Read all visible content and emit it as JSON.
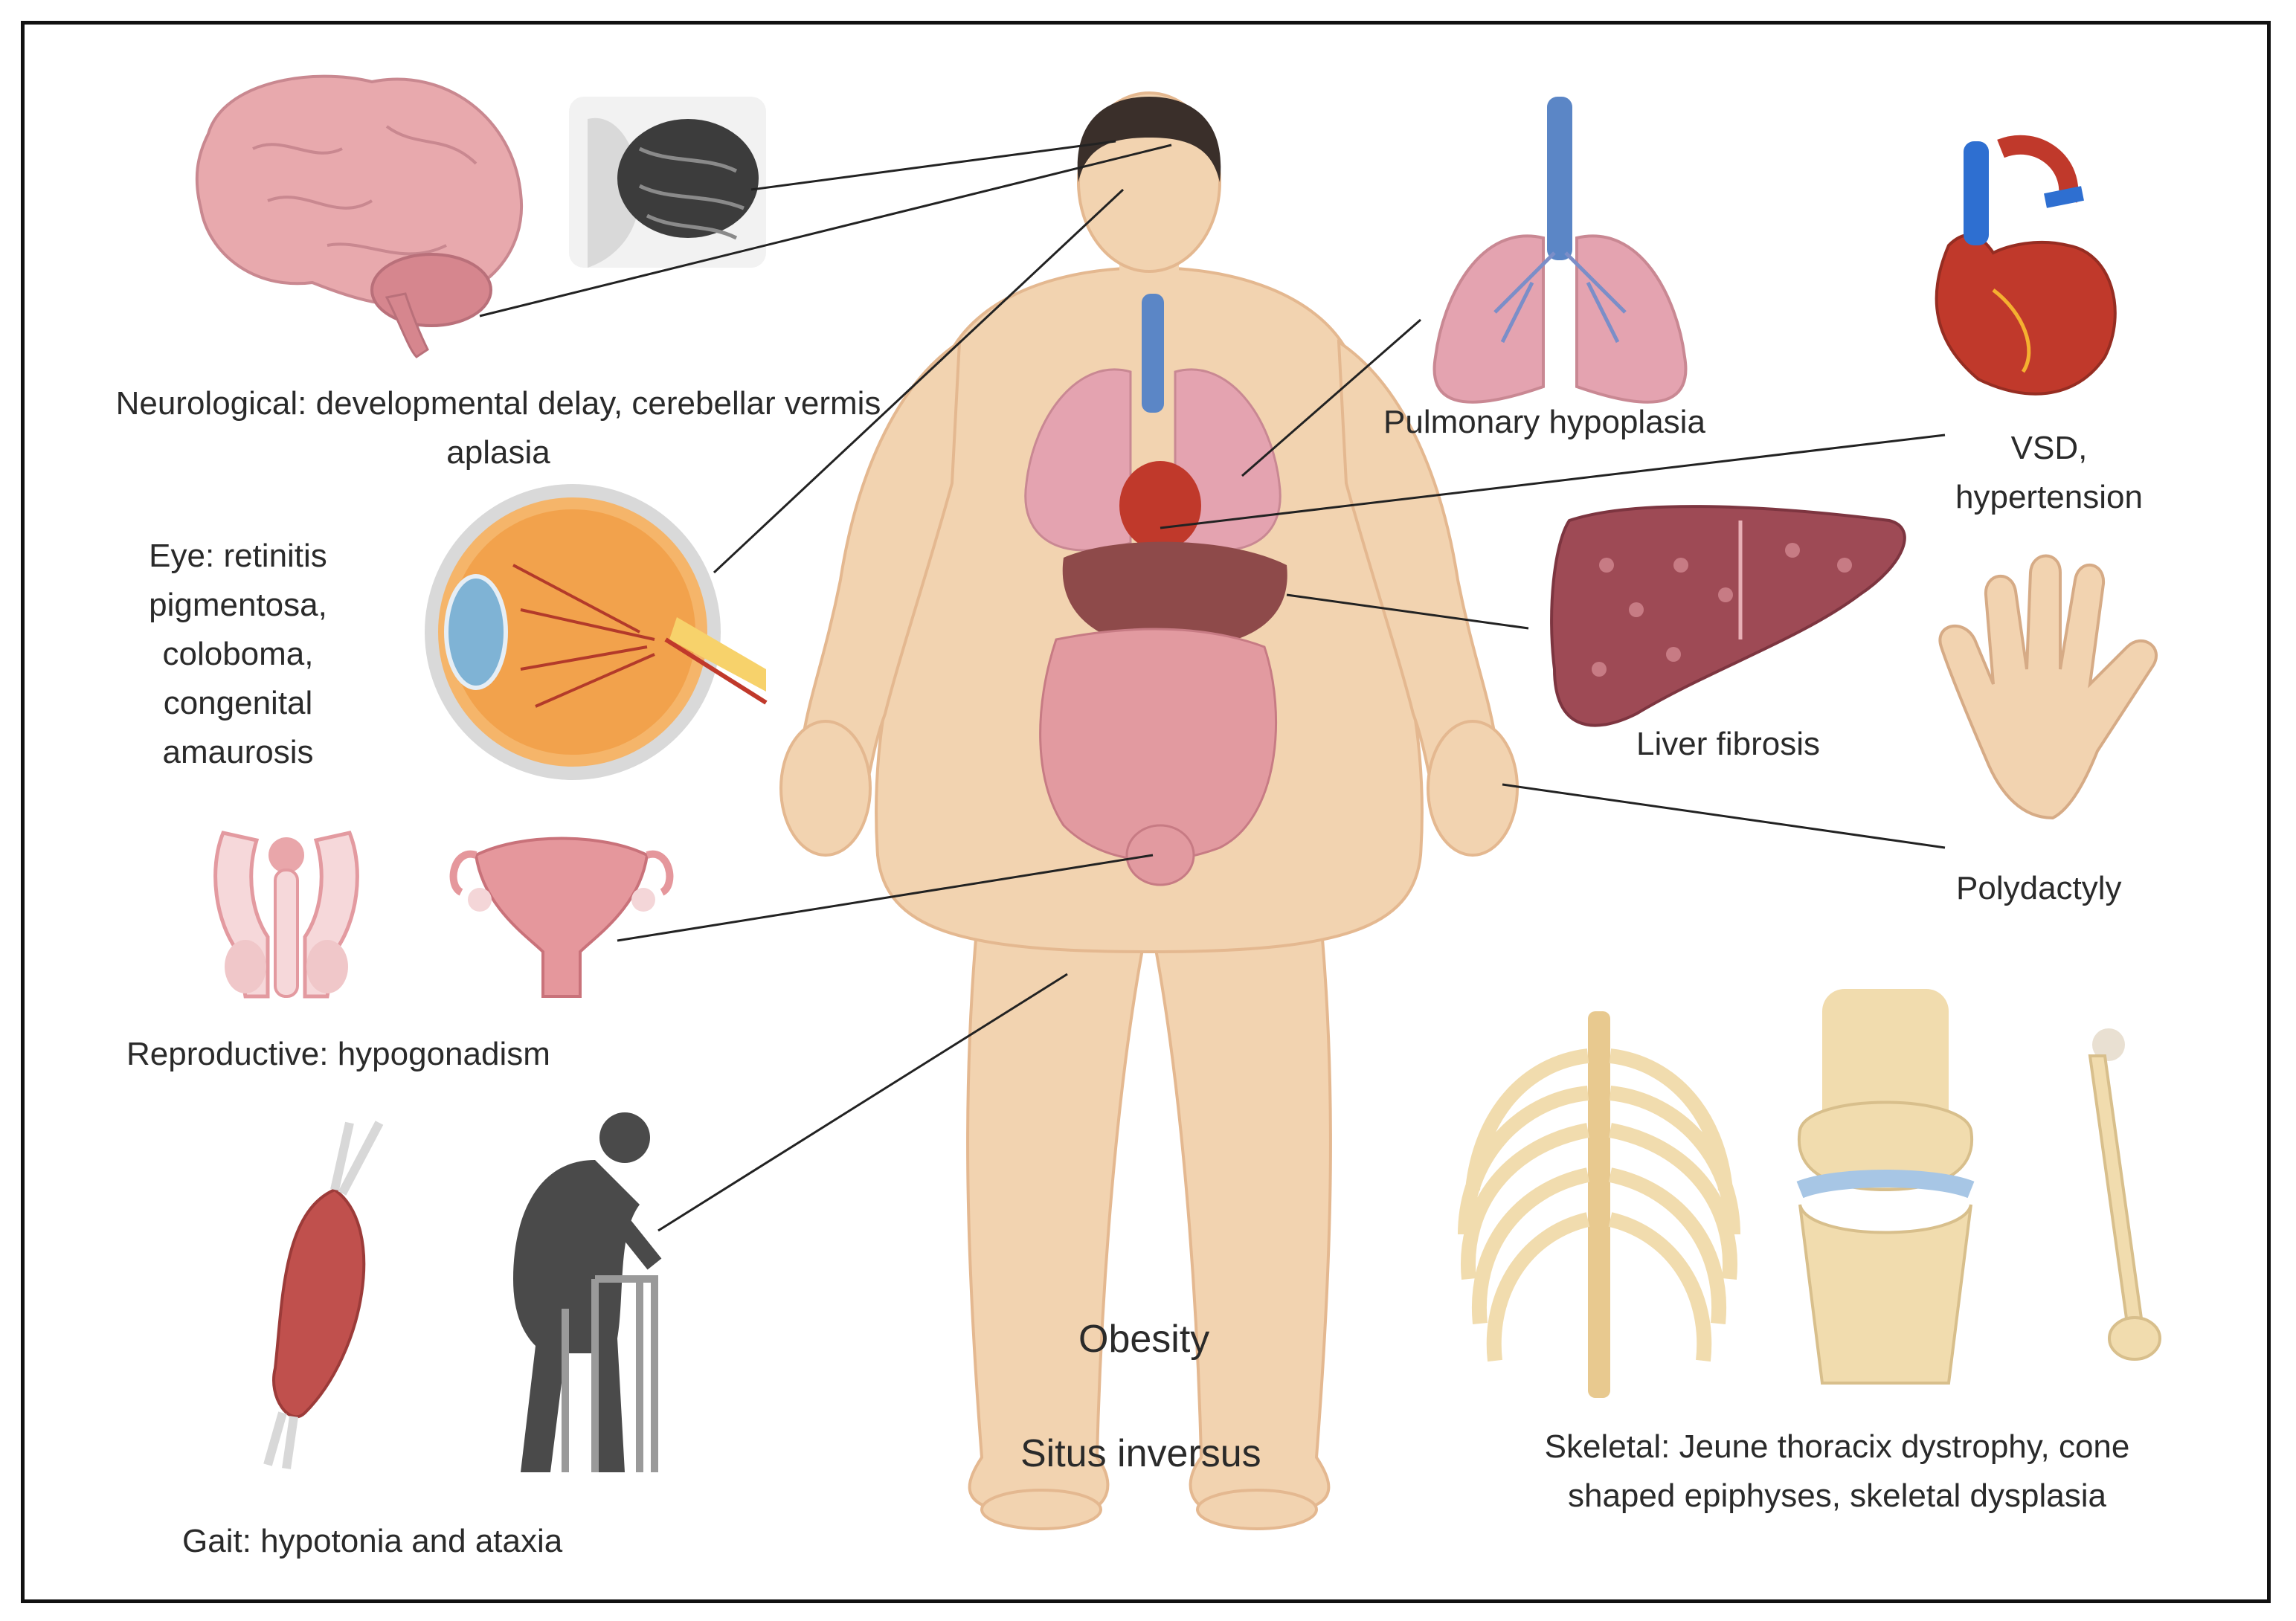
{
  "labels": {
    "neurological": "Neurological: developmental delay, cerebellar vermis aplasia",
    "eye": "Eye: retinitis pigmentosa, coloboma, congenital amaurosis",
    "reproductive": "Reproductive: hypogonadism",
    "gait": "Gait: hypotonia and ataxia",
    "pulmonary": "Pulmonary hypoplasia",
    "cardiac": "VSD, hypertension",
    "liver": "Liver fibrosis",
    "polydactyly": "Polydactyly",
    "skeletal": "Skeletal: Jeune thoracix dystrophy, cone shaped epiphyses, skeletal dysplasia",
    "obesity": "Obesity",
    "situs": "Situs inversus"
  },
  "colors": {
    "skin": "#f2d3b0",
    "skin_shadow": "#e8bf98",
    "hair": "#3a2f2a",
    "brain": "#e8a9ad",
    "lung": "#e4a3b0",
    "heart": "#c0392b",
    "liver": "#9e4a55",
    "intestine": "#e29aa0",
    "bone": "#f1dcae",
    "muscle": "#c0504d",
    "silhouette": "#4a4a4a",
    "leader_line": "#222222"
  },
  "icons": [
    "brain-icon",
    "cerebellum-mri-icon",
    "eye-icon",
    "male-reproductive-icon",
    "uterus-icon",
    "muscle-icon",
    "walker-person-icon",
    "lungs-icon",
    "heart-icon",
    "liver-icon",
    "hand-icon",
    "ribcage-icon",
    "knee-joint-icon",
    "femur-icon",
    "body-figure"
  ]
}
